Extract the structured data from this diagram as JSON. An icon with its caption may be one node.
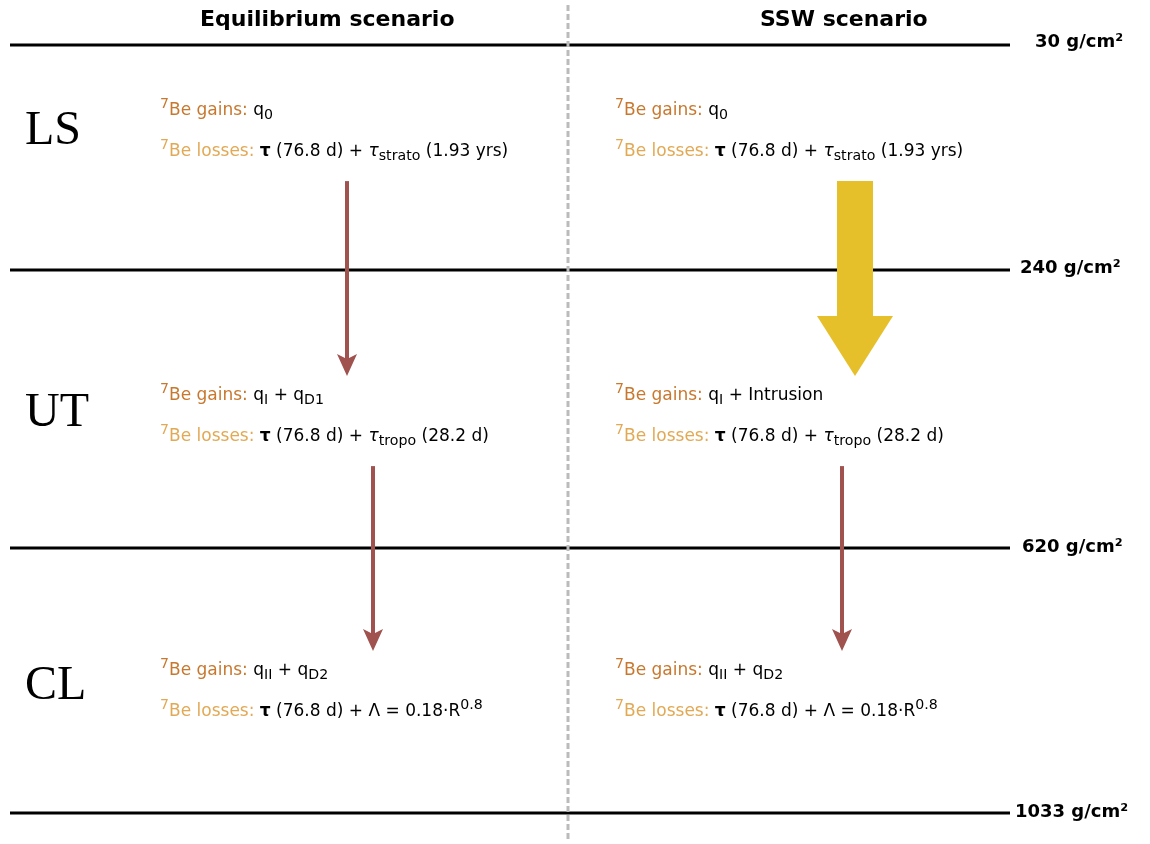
{
  "diagram": {
    "nodes": [
      {
        "text": [
          "$^{7}$Be gains: q$_{0}$",
          "$^{7}$Be losses: **τ** (76.8 d) + *τ*$_{strato}$ (1.93 yrs)"
        ]
      },
      {
        "text": [
          "$^{7}$Be gains: q$_{0}$",
          "$^{7}$Be losses: **τ** (76.8 d) + *τ*$_{strato}$ (1.93 yrs)"
        ]
      },
      {
        "text": [
          "$^{7}$Be gains: q$_{I}$ + q$_{D1}$",
          "$^{7}$Be losses: **τ** (76.8 d) + *τ*$_{tropo}$ (28.2 d)"
        ]
      },
      {
        "text": [
          "$^{7}$Be gains: q$_{I}$ + Intrusion",
          "$^{7}$Be losses: **τ** (76.8 d) + *τ*$_{tropo}$ (28.2 d)"
        ]
      },
      {
        "text": [
          "$^{7}$Be gains: q$_{II}$ + q$_{D2}$",
          "$^{7}$Be losses: **τ** (76.8 d) + Λ = 0.18·R$^{0.8}$"
        ]
      },
      {
        "text": [
          "$^{7}$Be gains: q$_{II}$ + q$_{D2}$",
          "$^{7}$Be losses: **τ** (76.8 d) + Λ = 0.18·R$^{0.8}$"
        ]
      }
    ],
    "edges": [
      {
        "from": 0,
        "to": 2,
        "arrow": "to"
      },
      {
        "from": 1,
        "to": 3,
        "arrow": "to",
        "style": "thick",
        "color": "#e6c02a"
      },
      {
        "from": 2,
        "to": 4,
        "arrow": "to"
      },
      {
        "from": 3,
        "to": 5,
        "arrow": "to"
      }
    ],
    "labels": [
      "Equilibrium scenario",
      "SSW scenario",
      "30 g/cm²",
      "LS",
      "240 g/cm²",
      "UT",
      "620 g/cm²",
      "CL",
      "1033 g/cm²"
    ]
  }
}
